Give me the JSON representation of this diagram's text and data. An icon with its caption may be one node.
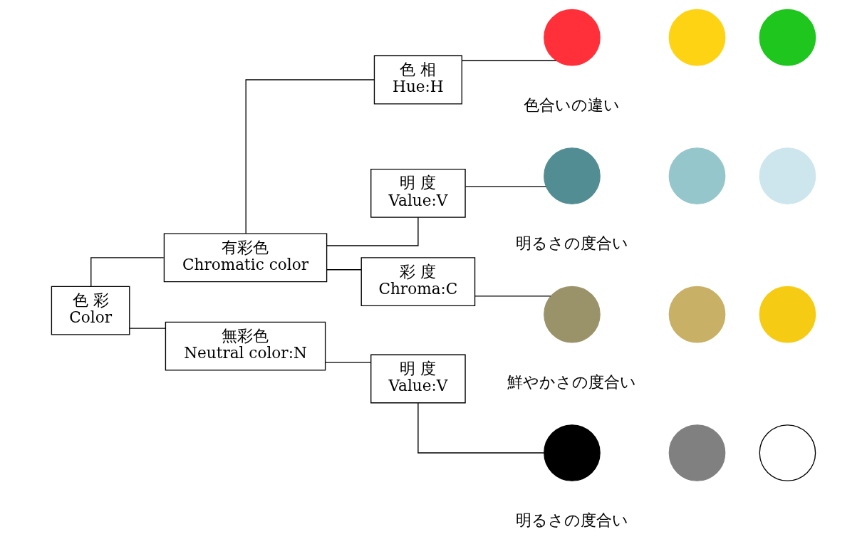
{
  "diagram": {
    "nodes": [
      {
        "text": [
          "色 彩",
          "Color"
        ]
      },
      {
        "text": [
          "有彩色",
          "Chromatic color"
        ]
      },
      {
        "text": [
          "無彩色",
          "Neutral color:N"
        ]
      },
      {
        "text": [
          "色 相",
          "Hue:H"
        ]
      },
      {
        "text": [
          "明 度",
          "Value:V"
        ]
      },
      {
        "text": [
          "彩 度",
          "Chroma:C"
        ]
      },
      {
        "text": [
          "明 度",
          "Value:V"
        ]
      },
      {
        "text": [],
        "shape": "circle"
      },
      {
        "text": [],
        "shape": "circle"
      },
      {
        "text": [],
        "shape": "circle"
      },
      {
        "text": [],
        "shape": "circle"
      },
      {
        "text": [],
        "shape": "circle"
      },
      {
        "text": [],
        "shape": "circle"
      },
      {
        "text": [],
        "shape": "circle"
      },
      {
        "text": [],
        "shape": "circle"
      },
      {
        "text": [],
        "shape": "circle"
      },
      {
        "text": [],
        "shape": "circle"
      },
      {
        "text": [],
        "shape": "circle"
      },
      {
        "text": [],
        "shape": "circle"
      }
    ],
    "edges": [
      {
        "from": 0,
        "to": 1,
        "arrow": "none"
      },
      {
        "from": 0,
        "to": 2,
        "arrow": "none"
      },
      {
        "from": 1,
        "to": 3,
        "arrow": "none"
      },
      {
        "from": 1,
        "to": 4,
        "arrow": "none"
      },
      {
        "from": 1,
        "to": 5,
        "arrow": "none"
      },
      {
        "from": 2,
        "to": 6,
        "arrow": "none"
      },
      {
        "from": 3,
        "to": 7,
        "arrow": "none"
      },
      {
        "from": 4,
        "to": 10,
        "arrow": "none"
      },
      {
        "from": 5,
        "to": 13,
        "arrow": "none"
      },
      {
        "from": 6,
        "to": 16,
        "arrow": "none"
      }
    ],
    "labels": [
      "色合いの違い",
      "明るさの度合い",
      "鮮やかさの度合い",
      "明るさの度合い"
    ]
  }
}
